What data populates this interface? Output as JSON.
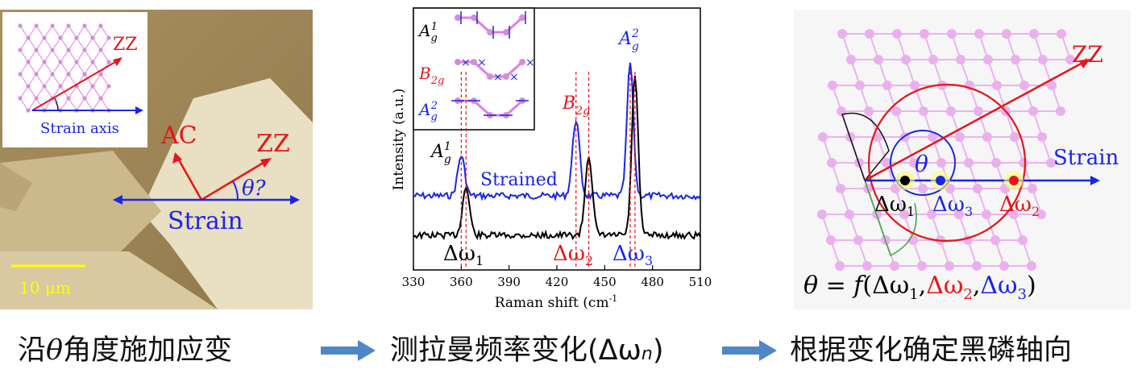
{
  "panel1": {
    "inset_zz": "ZZ",
    "inset_strain_axis": "Strain axis",
    "ac_label": "AC",
    "zz_label": "ZZ",
    "theta_question": "θ?",
    "strain_label": "Strain",
    "scale_bar": "10 μm"
  },
  "panel2": {
    "inset_labels": [
      "A",
      "B",
      "A"
    ],
    "peak_labels": {
      "a1g": "A",
      "b2g": "B",
      "a2g": "A"
    },
    "strained_label": "Strained",
    "delta_labels": [
      "Δω1",
      "Δω2",
      "Δω3"
    ],
    "ylabel": "Intensity (a.u.)",
    "xlabel": "Raman shift (cm-1)",
    "xticks": [
      "330",
      "360",
      "390",
      "420",
      "450",
      "480",
      "510"
    ]
  },
  "panel3": {
    "zz_label": "ZZ",
    "strain_label": "Strain",
    "theta": "θ",
    "delta_labels": [
      "Δω1",
      "Δω3",
      "Δω2"
    ],
    "formula": "θ = f(Δω1, Δω2, Δω3)"
  },
  "captions": {
    "step1": "沿θ角度施加应变",
    "step2": "测拉曼频率变化(Δωn)",
    "step3": "根据变化确定黑磷轴向"
  },
  "colors": {
    "red": "#e8141b",
    "blue": "#1a26e6",
    "pink": "#e07ee6",
    "arrow": "#4f86c6"
  },
  "chart_data": {
    "type": "line",
    "xlabel": "Raman shift (cm-1)",
    "ylabel": "Intensity (a.u.)",
    "xlim": [
      330,
      510
    ],
    "xticks": [
      330,
      360,
      390,
      420,
      450,
      480,
      510
    ],
    "series": [
      {
        "name": "Strained",
        "color": "blue",
        "peaks": [
          360,
          432,
          466
        ]
      },
      {
        "name": "",
        "color": "black",
        "peaks": [
          363,
          440,
          469
        ]
      }
    ]
  }
}
